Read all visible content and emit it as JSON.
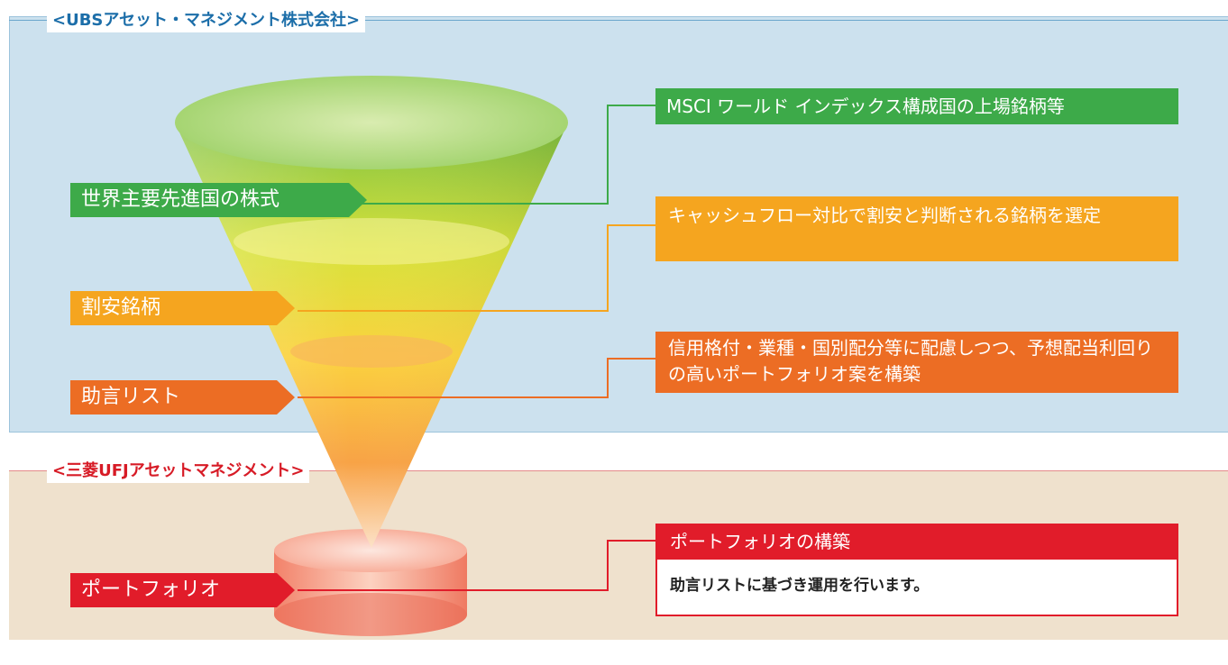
{
  "sections": {
    "ubs": {
      "title": "<UBSアセット・マネジメント株式会社>",
      "color": "#1c6ea9"
    },
    "mufg": {
      "title": "<三菱UFJアセットマネジメント>",
      "color": "#d71b26"
    }
  },
  "stages": [
    {
      "label": "世界主要先進国の株式",
      "color": "#3daa49",
      "callout": "MSCI ワールド インデックス構成国の上場銘柄等"
    },
    {
      "label": "割安銘柄",
      "color": "#f5a51f",
      "callout": "キャッシュフロー対比で割安と判断される銘柄を選定"
    },
    {
      "label": "助言リスト",
      "color": "#ec6d24",
      "callout": "信用格付・業種・国別配分等に配慮しつつ、予想配当利回りの高いポートフォリオ案を構築"
    }
  ],
  "portfolio": {
    "label": "ポートフォリオ",
    "color": "#e11c2a",
    "box_title": "ポートフォリオの構築",
    "box_text": "助言リストに基づき運用を行います。"
  }
}
